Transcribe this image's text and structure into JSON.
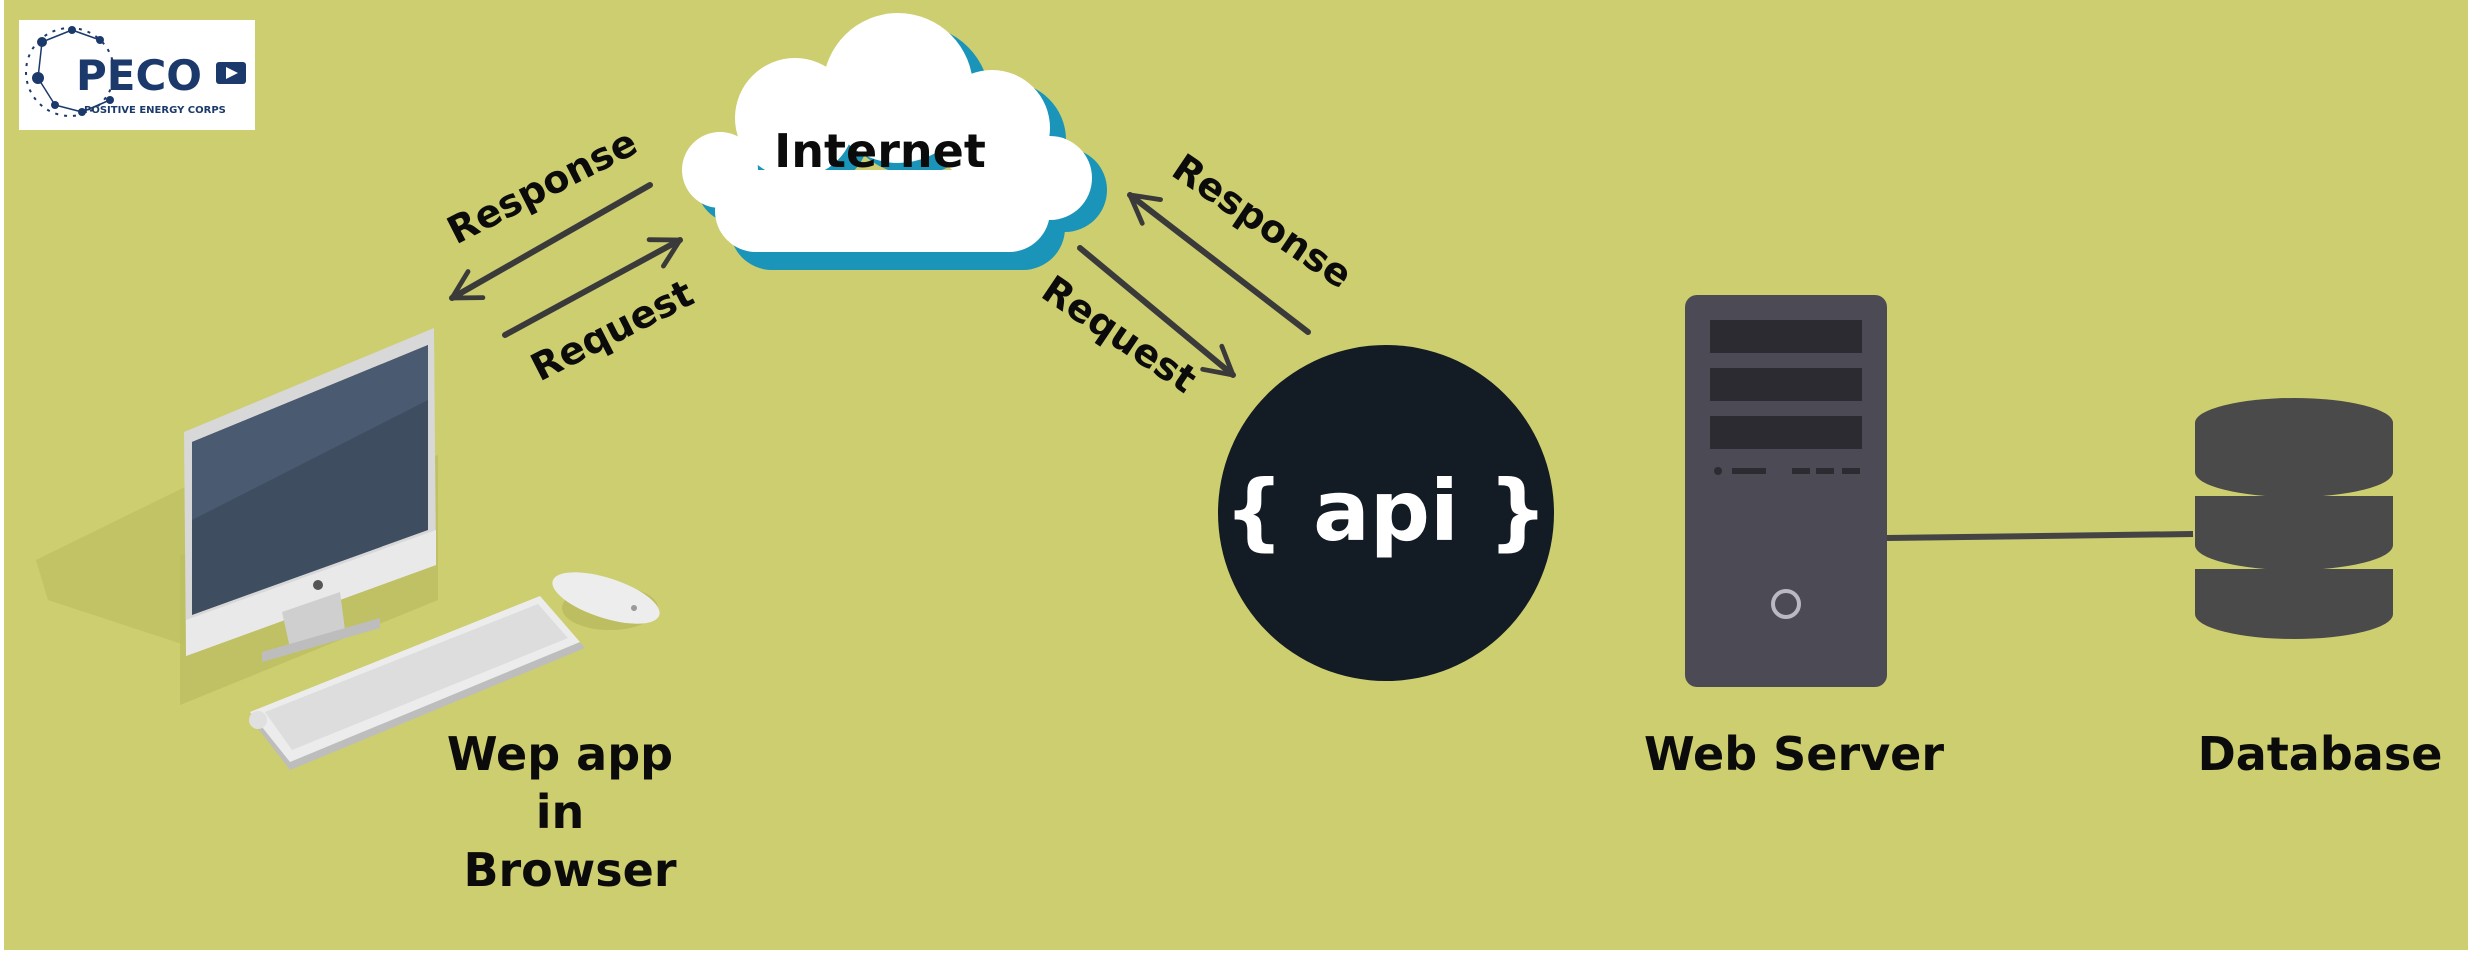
{
  "logo": {
    "brand": "PECO",
    "tagline": "POSITIVE ENERGY CORPS"
  },
  "diagram": {
    "internet_label": "Internet",
    "left_response_label": "Response",
    "left_request_label": "Request",
    "right_response_label": "Response",
    "right_request_label": "Request",
    "api_label": "{ api }",
    "webapp_label_lines": [
      "Wep app",
      "in",
      "Browser"
    ],
    "webserver_label": "Web Server",
    "database_label": "Database"
  },
  "colors": {
    "background": "#ccce6f",
    "dark": "#131b24",
    "cloud_shadow": "#1a94b9",
    "server": "#4c4b55",
    "database": "#4a4a4a",
    "arrow": "#3a3a3a"
  }
}
